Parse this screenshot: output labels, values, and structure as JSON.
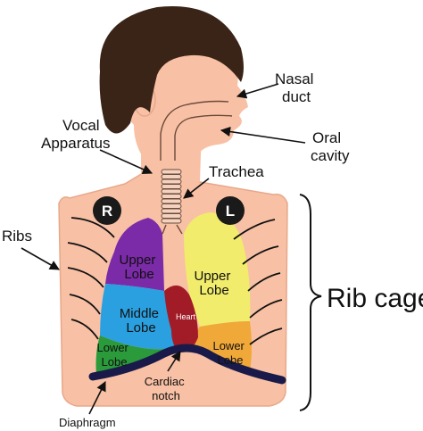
{
  "colors": {
    "skin": "#f8c0a4",
    "skin_outline": "#e8a88a",
    "hair": "#3a2417",
    "lung_left_upper": "#7b2aa8",
    "lung_left_middle": "#2aa0e0",
    "lung_left_lower": "#2a9a3a",
    "lung_right_upper": "#f2ec6c",
    "lung_right_lower": "#f0a838",
    "heart": "#a21c28",
    "diaphragm": "#1a1a4a",
    "badge": "#1a1a1a"
  },
  "labels": {
    "nasal_duct": [
      "Nasal",
      "duct"
    ],
    "oral_cavity": [
      "Oral",
      "cavity"
    ],
    "vocal_apparatus": [
      "Vocal",
      "Apparatus"
    ],
    "trachea": "Trachea",
    "ribs": "Ribs",
    "rib_cage": "Rib cage",
    "right_badge": "R",
    "left_badge": "L",
    "upper_lobe_left": [
      "Upper",
      "Lobe"
    ],
    "middle_lobe_left": [
      "Middle",
      "Lobe"
    ],
    "lower_lobe_left": [
      "Lower",
      "Lobe"
    ],
    "upper_lobe_right": [
      "Upper",
      "Lobe"
    ],
    "lower_lobe_right": [
      "Lower",
      "Lobe"
    ],
    "heart": "Heart",
    "cardiac_notch": [
      "Cardiac",
      "notch"
    ],
    "diaphragm": "Diaphragm"
  }
}
